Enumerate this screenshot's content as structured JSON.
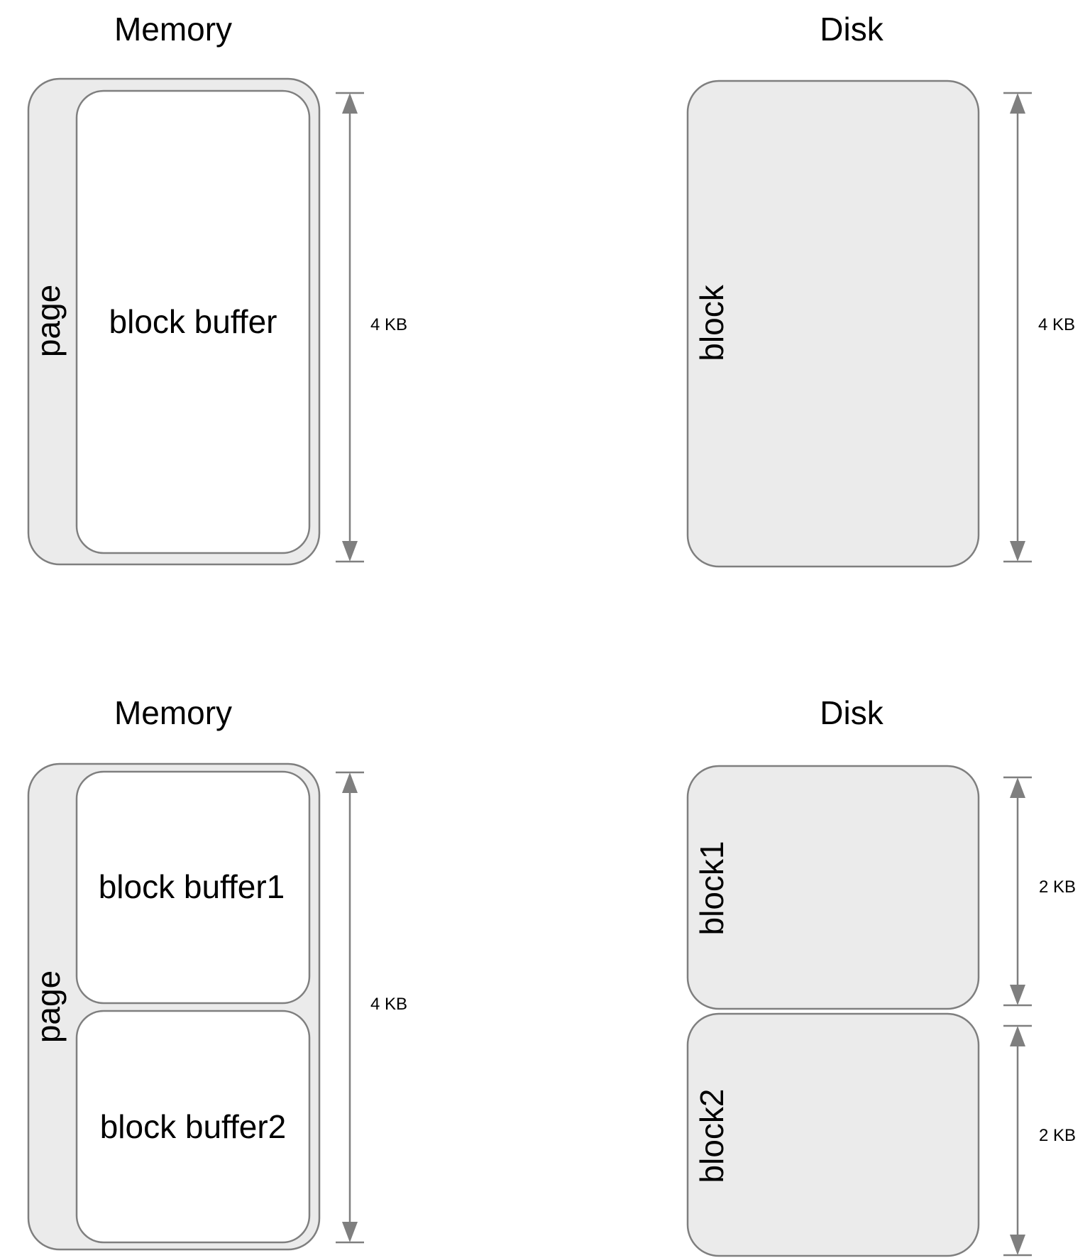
{
  "colors": {
    "box_fill": "#ebebeb",
    "buffer_fill": "#ffffff",
    "stroke": "#7f7f7f",
    "text": "#000000"
  },
  "top": {
    "memory_heading": "Memory",
    "disk_heading": "Disk",
    "page_label": "page",
    "buffer_label": "block buffer",
    "memory_size": "4 KB",
    "block_label": "block",
    "disk_size": "4 KB"
  },
  "bottom": {
    "memory_heading": "Memory",
    "disk_heading": "Disk",
    "page_label": "page",
    "buffer1_label": "block buffer1",
    "buffer2_label": "block buffer2",
    "memory_size": "4 KB",
    "block1_label": "block1",
    "block2_label": "block2",
    "block1_size": "2 KB",
    "block2_size": "2 KB"
  }
}
